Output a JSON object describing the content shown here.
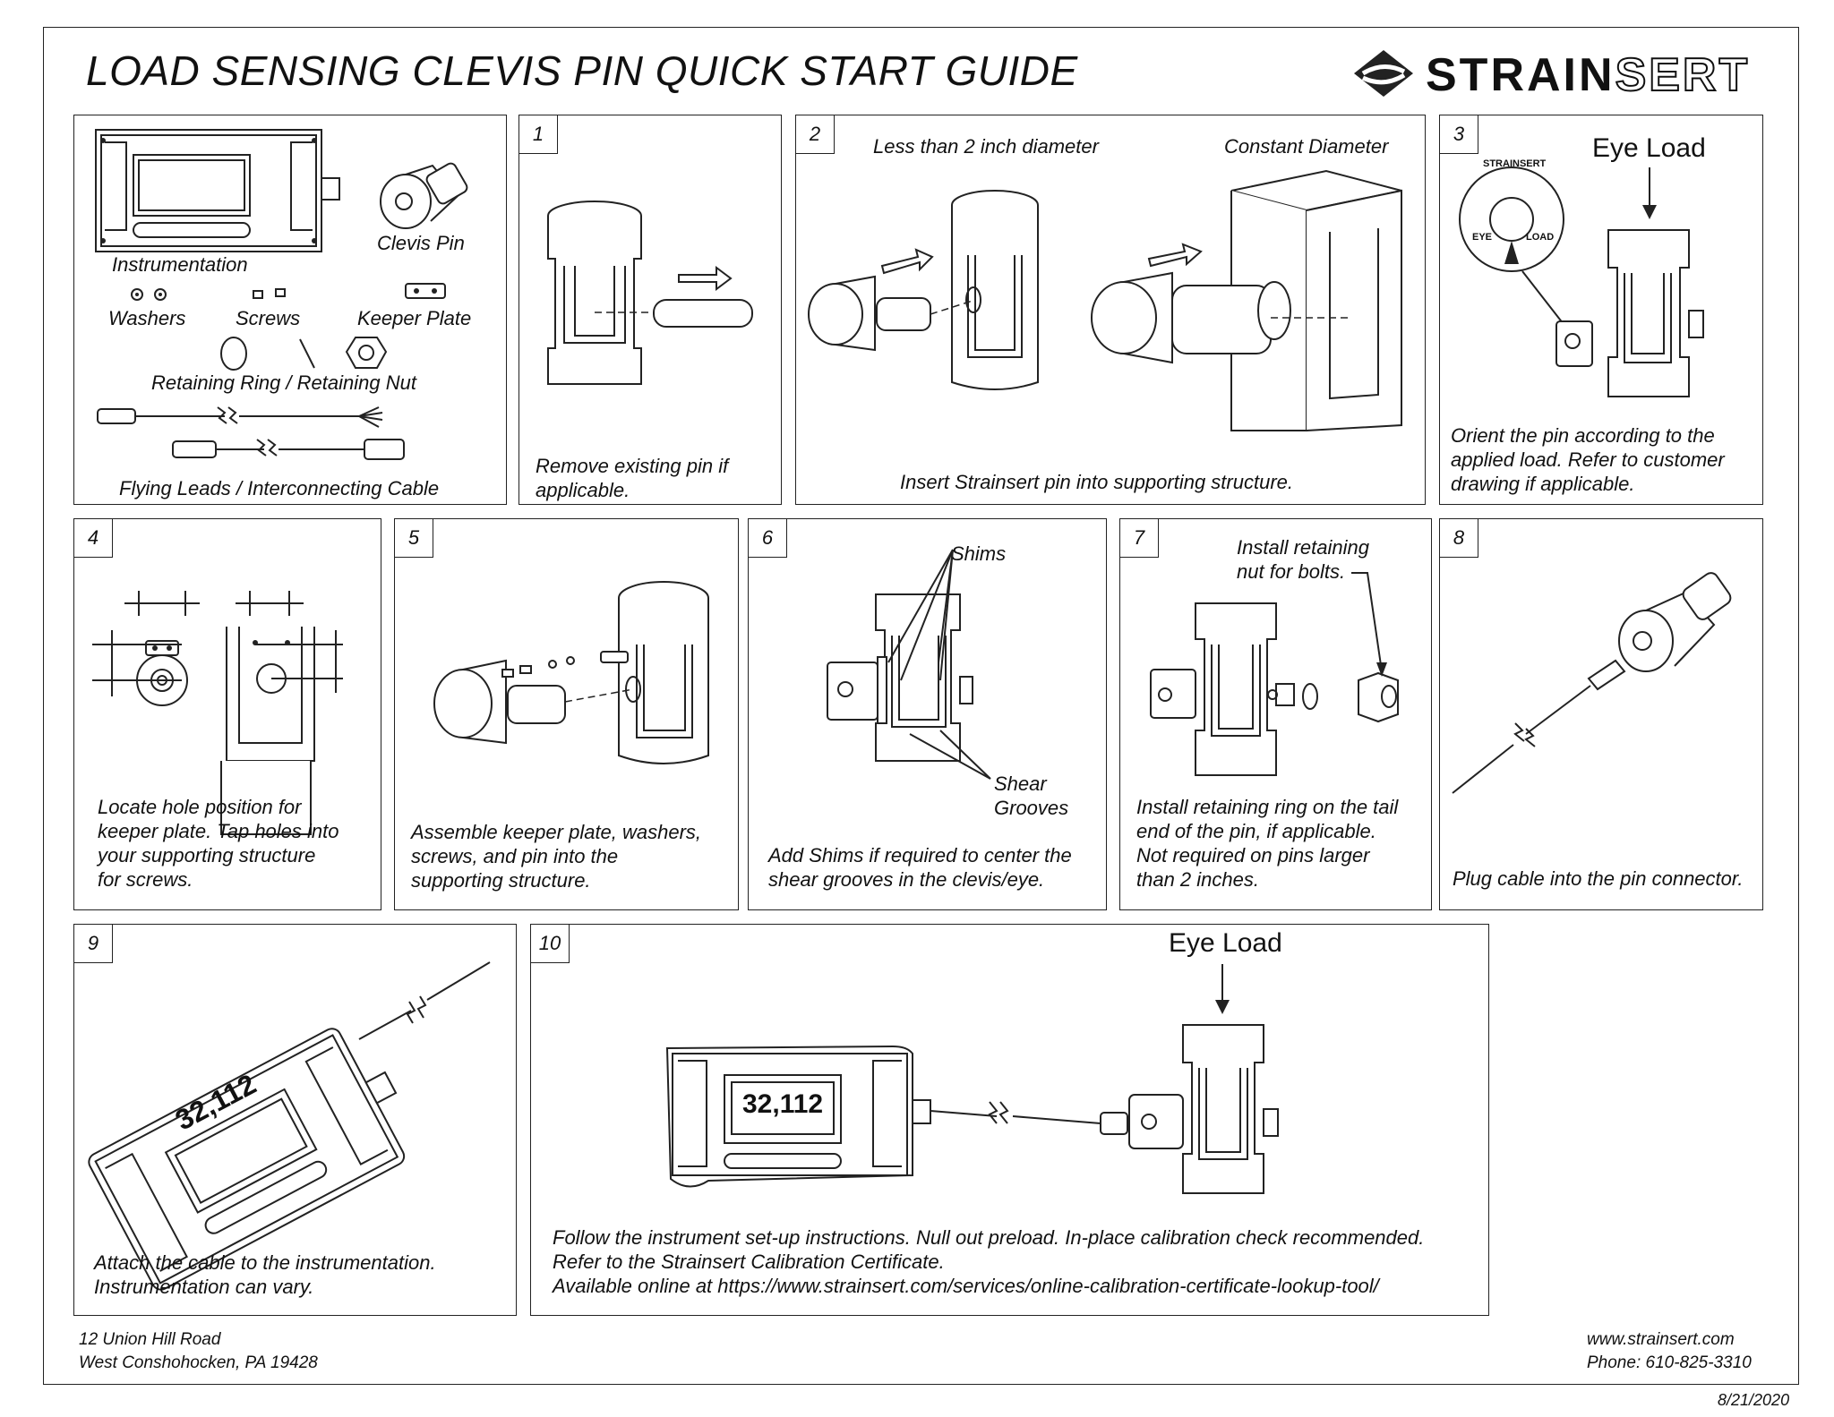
{
  "title": "LOAD SENSING CLEVIS PIN QUICK START GUIDE",
  "logo": {
    "solid": "STRAIN",
    "outline": "SERT",
    "icon": "strainsert-diamond-logo-icon"
  },
  "kit": {
    "instrumentation": "Instrumentation",
    "clevis_pin": "Clevis Pin",
    "washers": "Washers",
    "screws": "Screws",
    "keeper_plate": "Keeper Plate",
    "retaining": "Retaining Ring / Retaining Nut",
    "cables": "Flying Leads / Interconnecting Cable"
  },
  "steps": [
    {
      "num": "1",
      "caption": "Remove existing pin if\napplicable."
    },
    {
      "num": "2",
      "caption": "Insert Strainsert pin into supporting structure.",
      "label_left": "Less than 2 inch diameter",
      "label_right": "Constant Diameter"
    },
    {
      "num": "3",
      "caption": "Orient the pin according to the\napplied load. Refer to customer\ndrawing if applicable.",
      "eye_load": "Eye Load",
      "stamp_top": "STRAINSERT",
      "stamp_bottom": "EYE",
      "stamp_side": "LOAD"
    },
    {
      "num": "4",
      "caption": "Locate hole position for\nkeeper plate. Tap holes into\nyour supporting structure\nfor screws."
    },
    {
      "num": "5",
      "caption": "Assemble keeper plate, washers,\nscrews, and pin into the\nsupporting structure."
    },
    {
      "num": "6",
      "caption": "Add Shims if required to center the\nshear grooves in the clevis/eye.",
      "shims": "Shims",
      "shear_grooves": "Shear\nGrooves"
    },
    {
      "num": "7",
      "caption": "Install retaining ring on the tail\nend of the pin, if applicable.\nNot required on pins larger\nthan 2 inches.",
      "nut_note": "Install retaining\nnut for bolts."
    },
    {
      "num": "8",
      "caption": "Plug cable into the pin connector."
    },
    {
      "num": "9",
      "caption": "Attach the cable to the instrumentation.\nInstrumentation can vary.",
      "display": "32,112"
    },
    {
      "num": "10",
      "caption": "Follow the instrument set-up instructions. Null out preload. In-place calibration check recommended.\nRefer to the Strainsert Calibration Certificate.\nAvailable online at https://www.strainsert.com/services/online-calibration-certificate-lookup-tool/",
      "eye_load": "Eye Load",
      "display": "32,112"
    }
  ],
  "footer": {
    "address": "12 Union Hill Road\nWest Conshohocken, PA 19428",
    "contact": "www.strainsert.com\nPhone: 610-825-3310",
    "date": "8/21/2020"
  }
}
